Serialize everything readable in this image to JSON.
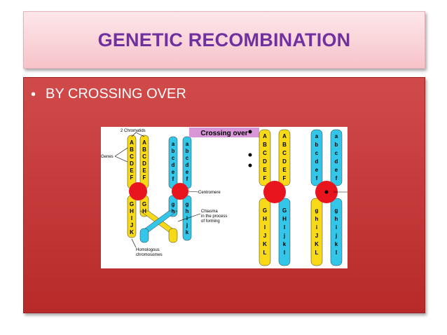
{
  "slide": {
    "title": "GENETIC RECOMBINATION",
    "bullet": "BY CROSSING OVER"
  },
  "diagram": {
    "banner": "Crossing over",
    "labels": {
      "chromatids": "2 Chromatids",
      "genes": "Genes",
      "centromere": "Centromere",
      "chiasma": [
        "Chiasma",
        "in the process",
        "of forming"
      ],
      "homologous": [
        "Homologous",
        "chromosomes"
      ]
    },
    "upper_caps": [
      "A",
      "B",
      "C",
      "D",
      "E",
      "F"
    ],
    "upper_lower": [
      "a",
      "b",
      "c",
      "d",
      "e",
      "f"
    ],
    "lower_caps": [
      "G",
      "H",
      "I",
      "J",
      "K",
      "L"
    ],
    "lower_lower": [
      "g",
      "h",
      "i",
      "j",
      "k",
      "l"
    ]
  },
  "colors": {
    "title": "#7030a0",
    "panel": "#c0392b",
    "chromatid_yellow": "#f7d917",
    "chromatid_cyan": "#34c6e8",
    "centromere": "#e8141e",
    "banner": "#d896d8"
  }
}
